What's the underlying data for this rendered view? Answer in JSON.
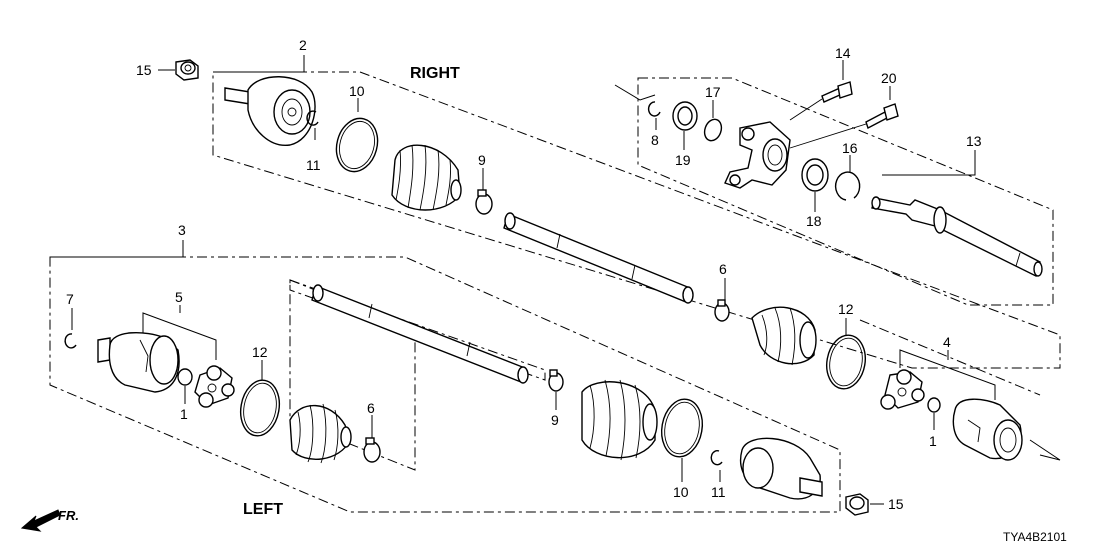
{
  "labels": {
    "right": "RIGHT",
    "left": "LEFT",
    "front": "FR.",
    "code": "TYA4B2101"
  },
  "callouts": [
    {
      "id": "c15a",
      "text": "15"
    },
    {
      "id": "c2",
      "text": "2"
    },
    {
      "id": "c10a",
      "text": "10"
    },
    {
      "id": "c11a",
      "text": "11"
    },
    {
      "id": "c9a",
      "text": "9"
    },
    {
      "id": "c8",
      "text": "8"
    },
    {
      "id": "c19",
      "text": "19"
    },
    {
      "id": "c17",
      "text": "17"
    },
    {
      "id": "c14",
      "text": "14"
    },
    {
      "id": "c20",
      "text": "20"
    },
    {
      "id": "c13",
      "text": "13"
    },
    {
      "id": "c16",
      "text": "16"
    },
    {
      "id": "c18",
      "text": "18"
    },
    {
      "id": "c3",
      "text": "3"
    },
    {
      "id": "c7",
      "text": "7"
    },
    {
      "id": "c5",
      "text": "5"
    },
    {
      "id": "c1a",
      "text": "1"
    },
    {
      "id": "c12a",
      "text": "12"
    },
    {
      "id": "c6a",
      "text": "6"
    },
    {
      "id": "c6b",
      "text": "6"
    },
    {
      "id": "c12b",
      "text": "12"
    },
    {
      "id": "c4",
      "text": "4"
    },
    {
      "id": "c1b",
      "text": "1"
    },
    {
      "id": "c9b",
      "text": "9"
    },
    {
      "id": "c10b",
      "text": "10"
    },
    {
      "id": "c11b",
      "text": "11"
    },
    {
      "id": "c15b",
      "text": "15"
    }
  ]
}
